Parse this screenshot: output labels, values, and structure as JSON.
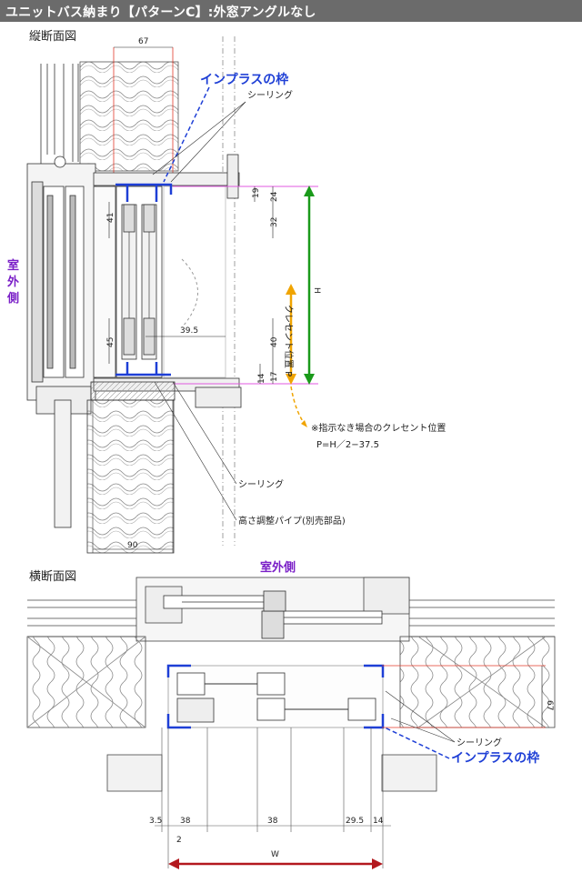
{
  "header": {
    "title": "ユニットバス納まり【パターンC】:外窓アングルなし"
  },
  "vertical": {
    "title": "縦断面図",
    "outside_label": "室外側",
    "inplus_frame_label": "インプラスの枠",
    "sealing_top": "シーリング",
    "sealing_bottom": "シーリング",
    "height_pipe": "高さ調整パイプ(別売部品)",
    "crescent_label": "クレセント位置 P",
    "height_label": "H",
    "note_line1": "※指示なき場合のクレセント位置",
    "note_line2": "P=H／2−37.5",
    "dims": {
      "top_width": "67",
      "bottom_width": "90",
      "d19": "19",
      "d24": "24",
      "d32": "32",
      "d41": "41",
      "d45": "45",
      "d40": "40",
      "d39_5": "39.5",
      "d14": "14",
      "d17": "17"
    }
  },
  "horizontal": {
    "title": "横断面図",
    "outside_label": "室外側",
    "sealing": "シーリング",
    "inplus_frame_label": "インプラスの枠",
    "width_label": "W",
    "dims": {
      "d3_5": "3.5",
      "d38a": "38",
      "d2": "2",
      "d38b": "38",
      "d29_5": "29.5",
      "d14": "14",
      "d67": "67"
    }
  },
  "colors": {
    "blue": "#1e3fd6",
    "green": "#1a9a1a",
    "orange": "#f0a400",
    "darkred": "#b3181e",
    "magenta": "#e05ae0",
    "purple": "#7a1fc7",
    "red_line": "#e23a2a"
  }
}
